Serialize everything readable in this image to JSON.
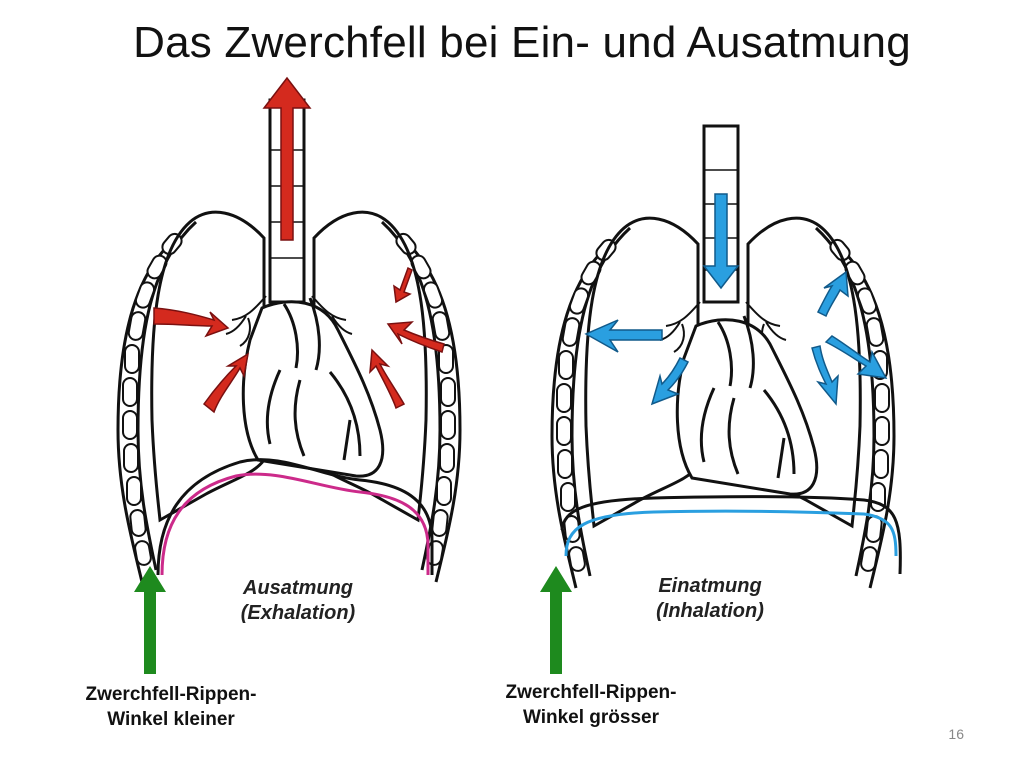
{
  "title": "Das Zwerchfell bei Ein- und Ausatmung",
  "left_panel": {
    "phase_line1": "Ausatmung",
    "phase_line2": "(Exhalation)",
    "angle_line1": "Zwerchfell-Rippen-",
    "angle_line2": "Winkel kleiner"
  },
  "right_panel": {
    "phase_line1": "Einatmung",
    "phase_line2": "(Inhalation)",
    "angle_line1": "Zwerchfell-Rippen-",
    "angle_line2": "Winkel grösser"
  },
  "page_number": "16",
  "colors": {
    "exhale_arrow": "#d42a1e",
    "inhale_arrow": "#2a9fe0",
    "diaphragm_exhale": "#cc2a8a",
    "diaphragm_inhale": "#2a9fe0",
    "angle_arrow": "#1e8a1e"
  }
}
